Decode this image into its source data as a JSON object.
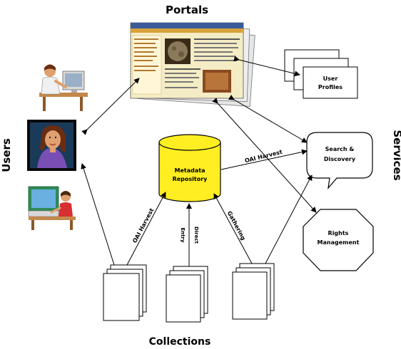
{
  "labels": {
    "portals": "Portals",
    "users": "Users",
    "services": "Services",
    "collections": "Collections"
  },
  "repository": {
    "line1": "Metadata",
    "line2": "Repository"
  },
  "services": {
    "user_profiles": {
      "line1": "User",
      "line2": "Profiles"
    },
    "search": {
      "line1": "Search &",
      "line2": "Discovery"
    },
    "rights": {
      "line1": "Rights",
      "line2": "Management"
    }
  },
  "edges": {
    "oai_harvest_services": "OAI Harvest",
    "oai_harvest_collections": "OAI Harvest",
    "direct_entry_line1": "Direct",
    "direct_entry_line2": "Entry",
    "gathering": "Gathering"
  },
  "colors": {
    "repository_fill": "#ffee22",
    "portal_paper": "#f4ecc4",
    "portal_header": "#d9a33a",
    "user_frame": "#0a0a0a",
    "user_face": "#e0a070",
    "user_shirt": "#7a4fb5",
    "user_hair": "#6b2d10",
    "desk_wood": "#c4884a",
    "computer_green": "#2e8b57"
  }
}
